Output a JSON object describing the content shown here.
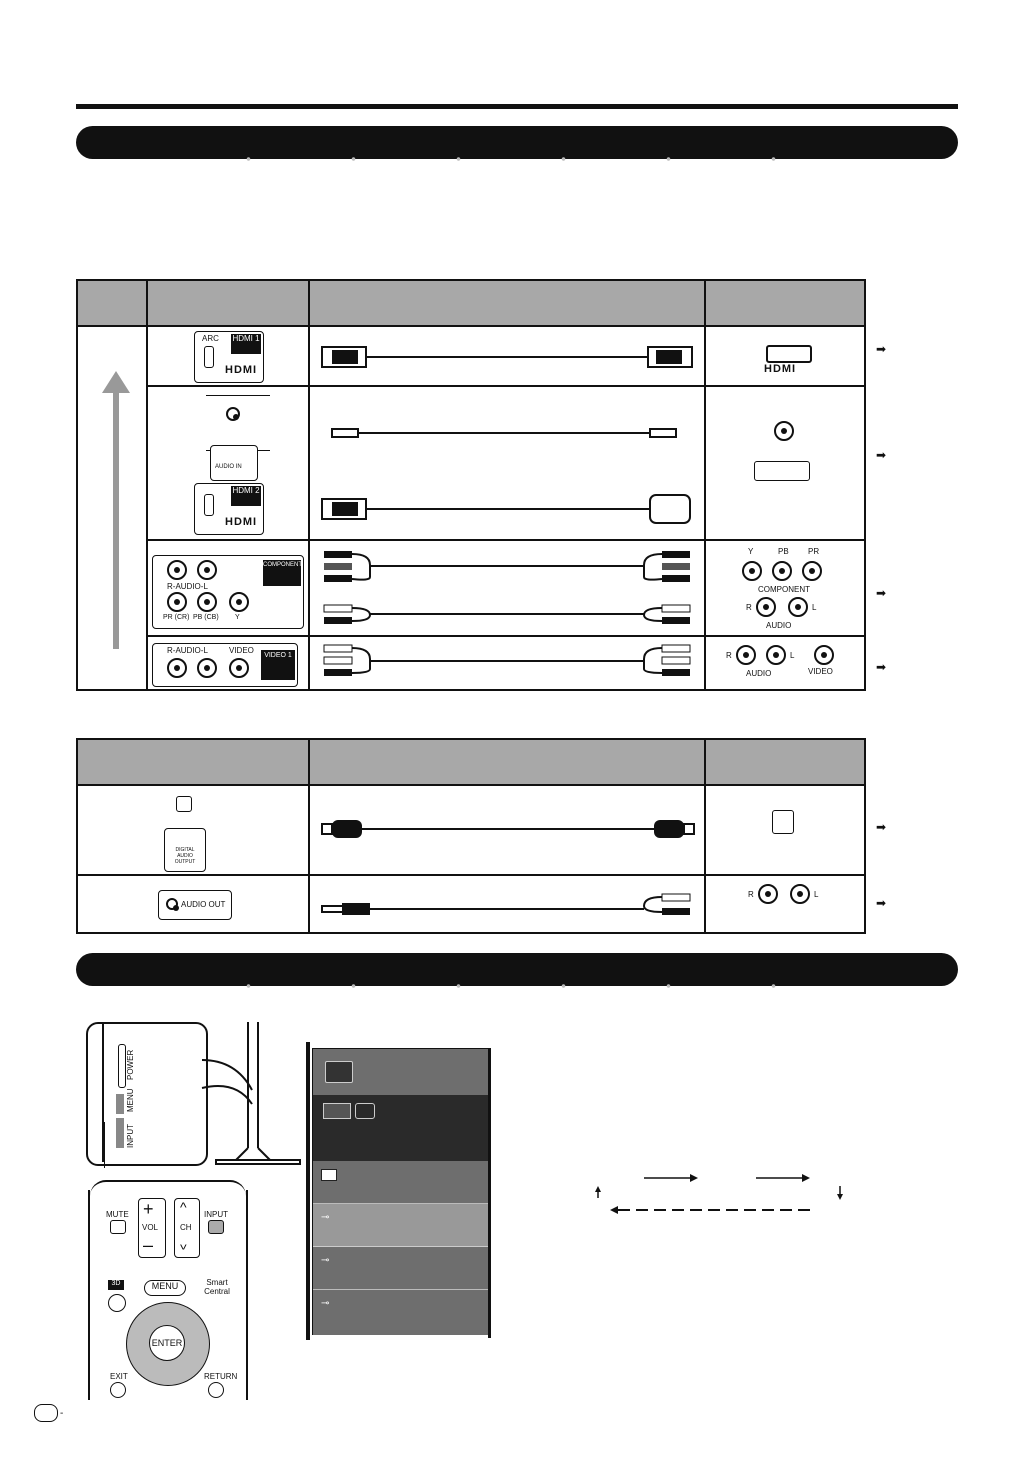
{
  "table1": {
    "rows": [
      {
        "terminal_labels": [
          "ARC",
          "HDMI 1"
        ]
      },
      {
        "terminal_labels": [
          "AUDIO IN",
          "HDMI 2"
        ]
      },
      {
        "terminal_labels": [
          "R-AUDIO-L",
          "COMPONENT",
          "PR (CR)",
          "PB (CB)",
          "Y"
        ]
      },
      {
        "terminal_labels": [
          "R-AUDIO-L",
          "VIDEO",
          "VIDEO 1"
        ]
      }
    ],
    "device_labels": {
      "component": [
        "Y",
        "PB",
        "PR",
        "COMPONENT",
        "R",
        "L",
        "AUDIO"
      ],
      "video": [
        "R",
        "L",
        "AUDIO",
        "VIDEO"
      ]
    },
    "ref_arrow": "➡"
  },
  "table2": {
    "rows": [
      {
        "terminal_labels": [
          "DIGITAL AUDIO OUTPUT"
        ]
      },
      {
        "terminal_labels": [
          "AUDIO OUT"
        ]
      }
    ],
    "device_labels": {
      "audio": [
        "R",
        "L"
      ]
    }
  },
  "tv_side": {
    "buttons": [
      "POWER",
      "MENU",
      "INPUT"
    ]
  },
  "remote": {
    "buttons": [
      "MUTE",
      "VOL",
      "CH",
      "INPUT",
      "3D",
      "MENU",
      "Smart Central",
      "ENTER",
      "EXIT",
      "RETURN"
    ]
  },
  "colors": {
    "bar": "#111111",
    "header": "#a8a8a8",
    "menu_dark": "#2a2a2a",
    "menu_gray": "#6e6e6e"
  }
}
